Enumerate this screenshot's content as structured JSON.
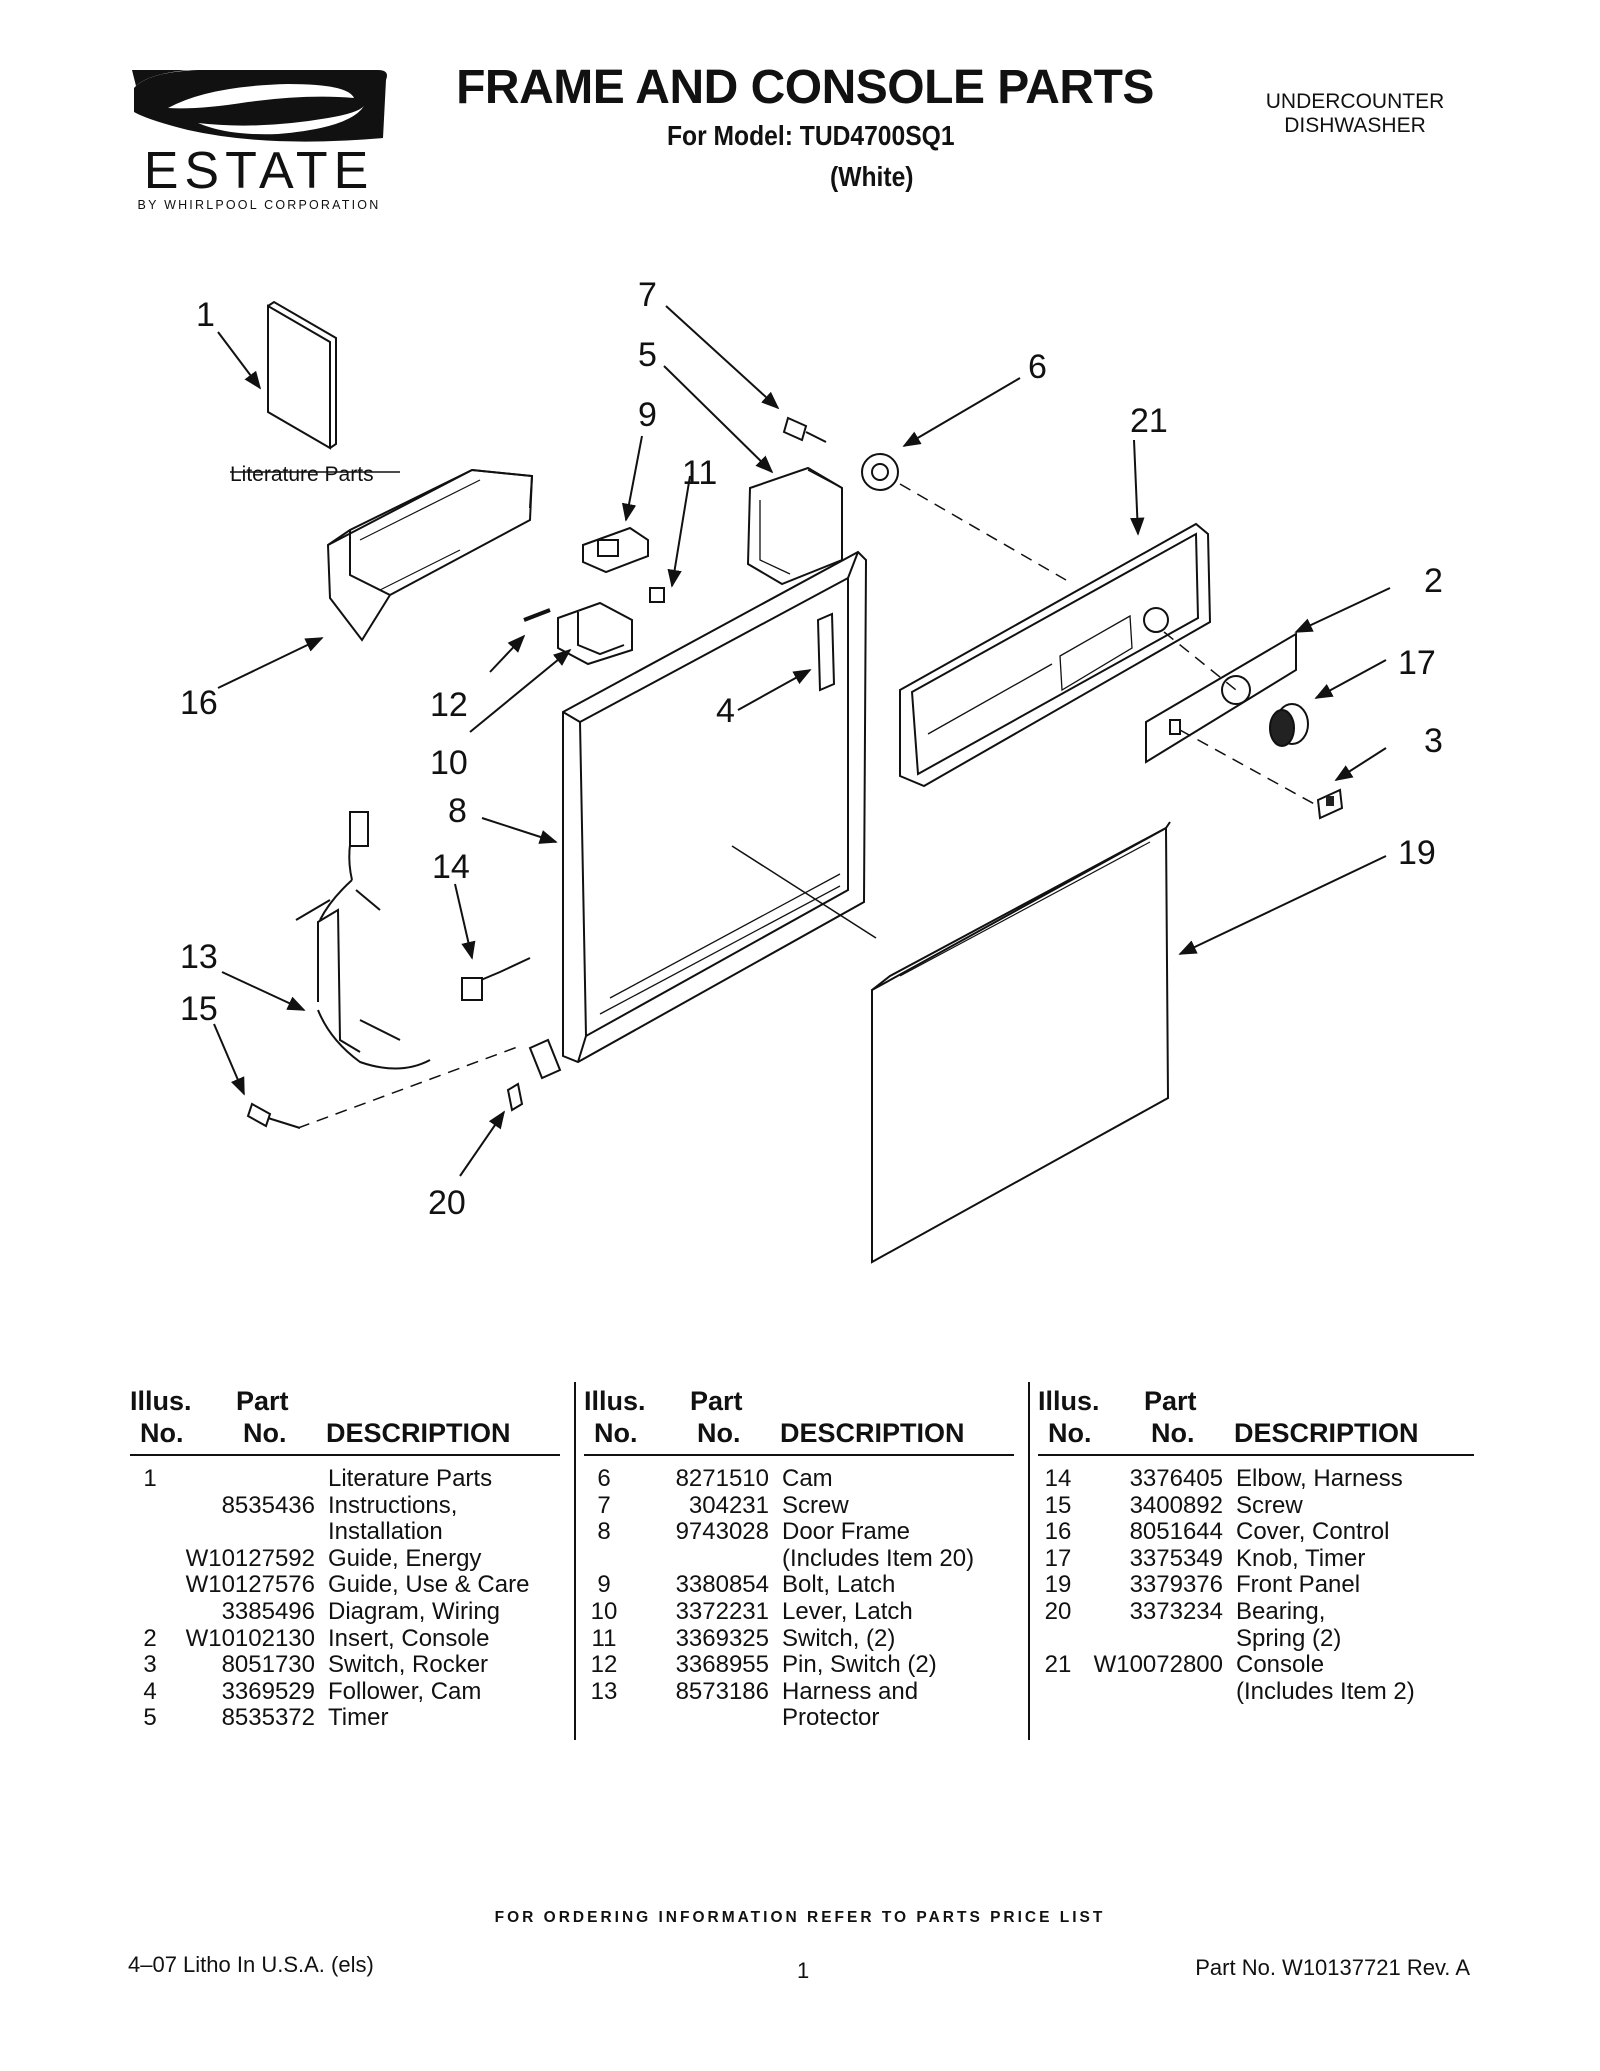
{
  "header": {
    "brand": "ESTATE",
    "brand_sub": "BY WHIRLPOOL CORPORATION",
    "title": "FRAME AND CONSOLE PARTS",
    "model_line": "For Model: TUD4700SQ1",
    "color": "(White)",
    "product_line1": "UNDERCOUNTER",
    "product_line2": "DISHWASHER"
  },
  "diagram": {
    "literature_label": "Literature Parts",
    "callouts": [
      "1",
      "2",
      "3",
      "4",
      "5",
      "6",
      "7",
      "8",
      "9",
      "10",
      "11",
      "12",
      "13",
      "14",
      "15",
      "16",
      "17",
      "19",
      "20",
      "21"
    ]
  },
  "table": {
    "headers": {
      "illus_1": "Illus.",
      "illus_2": "No.",
      "part_1": "Part",
      "part_2": "No.",
      "desc": "DESCRIPTION"
    },
    "columns": [
      [
        {
          "illus": "1",
          "part": "",
          "desc": "Literature Parts"
        },
        {
          "illus": "",
          "part": "8535436",
          "desc": "Instructions,"
        },
        {
          "illus": "",
          "part": "",
          "desc": "Installation"
        },
        {
          "illus": "",
          "part": "W10127592",
          "desc": "Guide, Energy"
        },
        {
          "illus": "",
          "part": "W10127576",
          "desc": "Guide, Use & Care"
        },
        {
          "illus": "",
          "part": "3385496",
          "desc": "Diagram, Wiring"
        },
        {
          "illus": "2",
          "part": "W10102130",
          "desc": "Insert, Console"
        },
        {
          "illus": "3",
          "part": "8051730",
          "desc": "Switch, Rocker"
        },
        {
          "illus": "4",
          "part": "3369529",
          "desc": "Follower, Cam"
        },
        {
          "illus": "5",
          "part": "8535372",
          "desc": "Timer"
        }
      ],
      [
        {
          "illus": "6",
          "part": "8271510",
          "desc": "Cam"
        },
        {
          "illus": "7",
          "part": "304231",
          "desc": "Screw"
        },
        {
          "illus": "8",
          "part": "9743028",
          "desc": "Door Frame"
        },
        {
          "illus": "",
          "part": "",
          "desc": "(Includes Item 20)"
        },
        {
          "illus": "9",
          "part": "3380854",
          "desc": "Bolt, Latch"
        },
        {
          "illus": "10",
          "part": "3372231",
          "desc": "Lever, Latch"
        },
        {
          "illus": "11",
          "part": "3369325",
          "desc": "Switch, (2)"
        },
        {
          "illus": "12",
          "part": "3368955",
          "desc": "Pin, Switch (2)"
        },
        {
          "illus": "13",
          "part": "8573186",
          "desc": "Harness and"
        },
        {
          "illus": "",
          "part": "",
          "desc": "Protector"
        }
      ],
      [
        {
          "illus": "14",
          "part": "3376405",
          "desc": "Elbow, Harness"
        },
        {
          "illus": "15",
          "part": "3400892",
          "desc": "Screw"
        },
        {
          "illus": "16",
          "part": "8051644",
          "desc": "Cover, Control"
        },
        {
          "illus": "17",
          "part": "3375349",
          "desc": "Knob, Timer"
        },
        {
          "illus": "19",
          "part": "3379376",
          "desc": "Front Panel"
        },
        {
          "illus": "20",
          "part": "3373234",
          "desc": "Bearing,"
        },
        {
          "illus": "",
          "part": "",
          "desc": "Spring (2)"
        },
        {
          "illus": "21",
          "part": "W10072800",
          "desc": "Console"
        },
        {
          "illus": "",
          "part": "",
          "desc": "(Includes Item 2)"
        }
      ]
    ]
  },
  "footer": {
    "ordering": "FOR ORDERING INFORMATION REFER TO PARTS PRICE LIST",
    "litho": "4–07 Litho In U.S.A. (els)",
    "page": "1",
    "part_number": "Part No. W10137721 Rev. A"
  }
}
